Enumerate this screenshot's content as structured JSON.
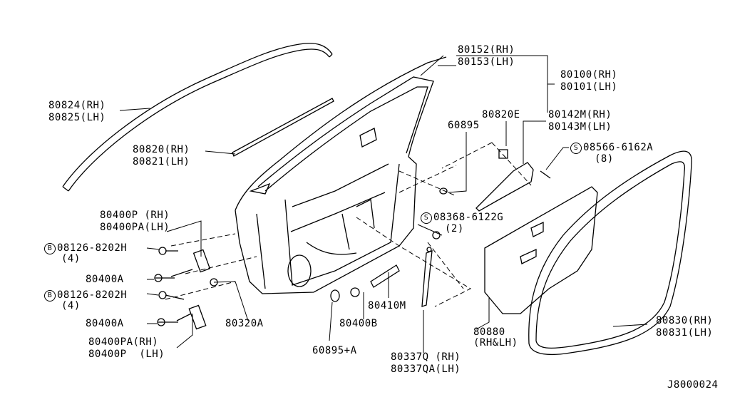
{
  "diagram_id": "J8000024",
  "labels": {
    "p80152": "80152(RH)",
    "p80153": "80153(LH)",
    "p80100": "80100(RH)",
    "p80101": "80101(LH)",
    "p80824": "80824(RH)",
    "p80825": "80825(LH)",
    "p80820e": "80820E",
    "p80142m": "80142M(RH)",
    "p80143m": "80143M(LH)",
    "p60895": "60895",
    "p08566_code": "08566-6162A",
    "p08566_qty": "(8)",
    "p80820": "80820(RH)",
    "p80821": "80821(LH)",
    "p80400p": "80400P (RH)",
    "p80400pa": "80400PA(LH)",
    "p08368_code": "08368-6122G",
    "p08368_qty": "(2)",
    "p08126a_code": "08126-8202H",
    "p08126a_qty": "(4)",
    "p80400a_1": "80400A",
    "p08126b_code": "08126-8202H",
    "p08126b_qty": "(4)",
    "p80400a_2": "80400A",
    "p80400pa2": "80400PA(RH)",
    "p80400p2": "80400P  (LH)",
    "p80320a": "80320A",
    "p80410m": "80410M",
    "p80400b": "80400B",
    "p60895a": "60895+A",
    "p80880": "80880",
    "p80880_side": "(RH&LH)",
    "p80830": "80830(RH)",
    "p80831": "80831(LH)",
    "p80337q": "80337Q (RH)",
    "p80337qa": "80337QA(LH)"
  },
  "symbols": {
    "s": "S",
    "b": "B"
  }
}
